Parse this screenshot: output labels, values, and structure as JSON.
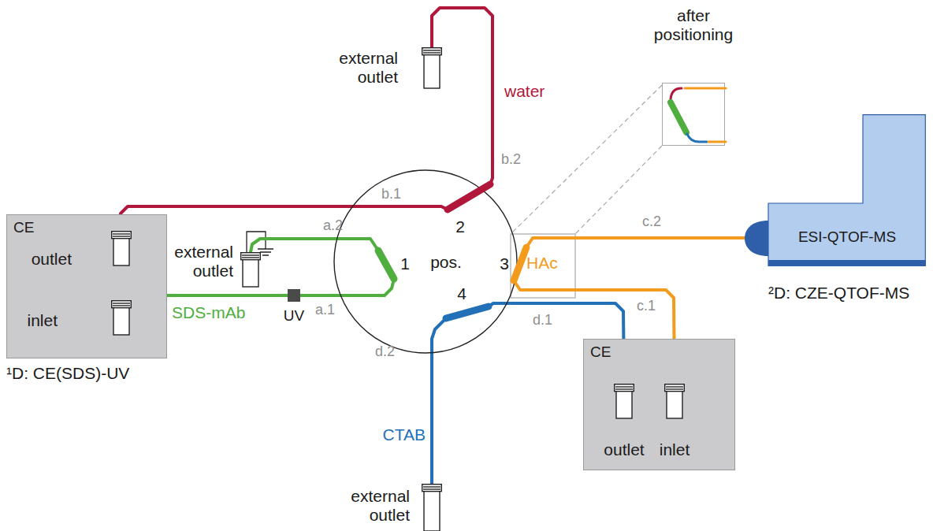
{
  "diagram": {
    "nodes": [
      {
        "text": [
          "CE"
        ]
      },
      {
        "text": [
          "outlet"
        ],
        "in": 0
      },
      {
        "text": [
          "inlet"
        ],
        "in": 0
      },
      {
        "text": [
          "external outlet"
        ]
      },
      {
        "text": [
          "external outlet"
        ]
      },
      {
        "text": [
          "pos."
        ]
      },
      {
        "text": [
          "after positioning"
        ]
      },
      {
        "text": [
          "ESI-QTOF-MS"
        ]
      },
      {
        "text": [
          "CE"
        ]
      },
      {
        "text": [
          "outlet"
        ],
        "in": 8
      },
      {
        "text": [
          "inlet"
        ],
        "in": 8
      },
      {
        "text": [
          "external outlet"
        ]
      }
    ],
    "edges": [
      {
        "from": 1,
        "to": 5,
        "label": "b.1",
        "arrow": "none"
      },
      {
        "from": 5,
        "to": 3,
        "label": "b.2",
        "arrow": "none"
      },
      {
        "from": 2,
        "to": 5,
        "label": "a.1",
        "arrow": "none"
      },
      {
        "from": 5,
        "to": 4,
        "label": "a.2",
        "arrow": "none"
      },
      {
        "from": 5,
        "to": 7,
        "label": "c.2",
        "arrow": "none"
      },
      {
        "from": 10,
        "to": 5,
        "label": "c.1",
        "arrow": "none"
      },
      {
        "from": 9,
        "to": 5,
        "label": "d.1",
        "arrow": "none"
      },
      {
        "from": 5,
        "to": 11,
        "label": "d.2",
        "arrow": "none"
      }
    ],
    "labels": [
      "water",
      "SDS-mAb",
      "UV",
      "HAc",
      "CTAB",
      "1",
      "2",
      "3",
      "4",
      "¹D: CE(SDS)-UV",
      "²D: CZE-QTOF-MS"
    ]
  }
}
